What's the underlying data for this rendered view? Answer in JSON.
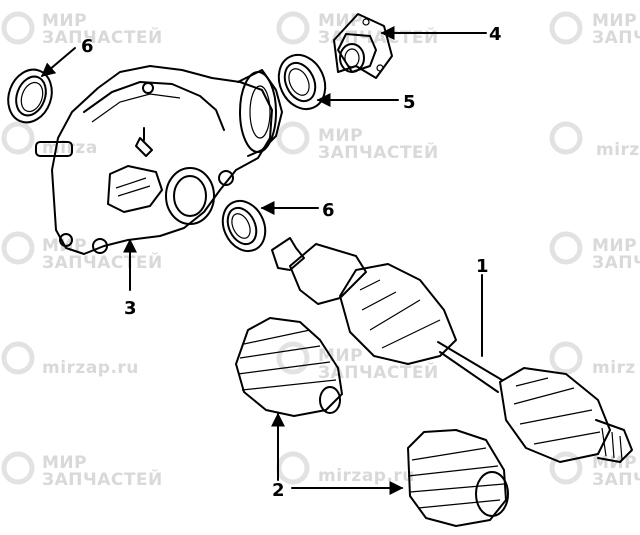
{
  "watermark": {
    "line1": "МИР",
    "line2": "ЗАПЧАСТЕЙ",
    "site": "mirzap.ru",
    "short": "mirza",
    "right1": "МИР",
    "right2": "ЗАПЧ",
    "right_site": "mirz",
    "right_site2": "mirz"
  },
  "callouts": {
    "c1": "1",
    "c2": "2",
    "c3": "3",
    "c4": "4",
    "c5": "5",
    "c6a": "6",
    "c6b": "6"
  },
  "colors": {
    "ink": "#000000",
    "watermark": "#d9d9d9",
    "background": "#ffffff"
  }
}
